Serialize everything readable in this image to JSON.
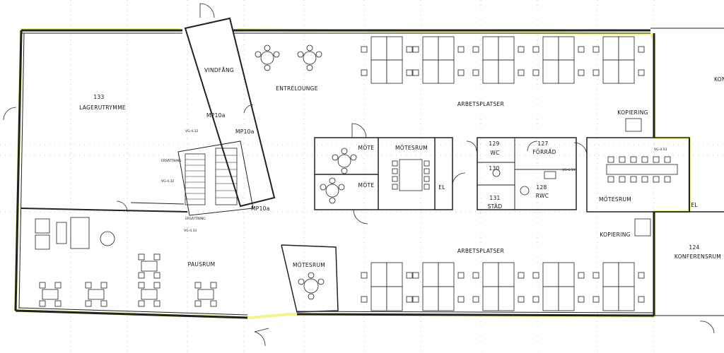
{
  "rooms": {
    "lager_no": "133",
    "lager": "LAGERUTRYMME",
    "vindfang": "VINDFÅNG",
    "entrelounge": "ENTRÉLOUNGE",
    "arbetsplatser_top": "ARBETSPLATSER",
    "arbetsplatser_bottom": "ARBETSPLATSER",
    "kopiering_top": "KOPIERING",
    "kopiering_bottom": "KOPIERING",
    "mote_1": "MÖTE",
    "mote_2": "MÖTE",
    "motesrum_center": "MÖTESRUM",
    "motesrum_bottom": "MÖTESRUM",
    "motesrum_right": "MÖTESRUM",
    "wc_no": "129",
    "wc": "WC",
    "forrad_no": "127",
    "forrad": "FÖRRÅD",
    "r130": "130",
    "rwc_no": "128",
    "rwc": "RWC",
    "stad_no": "131",
    "stad": "STÄD",
    "el_center": "EL",
    "el_right": "EL",
    "pausrum": "PAUSRUM",
    "konferens_no": "124",
    "konferens": "KONFERENSRUM",
    "edge_right": "KON"
  },
  "tags": {
    "mp_1": "MP10a",
    "mp_2": "MP10a",
    "mp_3": "MP10a",
    "vg_1": "VG-4.32",
    "vg_2": "VG-4.32",
    "vg_3": "VG-4.33",
    "vg_4": "VG-4.34",
    "vg_5": "VG-4.33",
    "ersattning_1": "ERSÄTTNING",
    "ersattning_2": "ERSÄTTNING"
  }
}
